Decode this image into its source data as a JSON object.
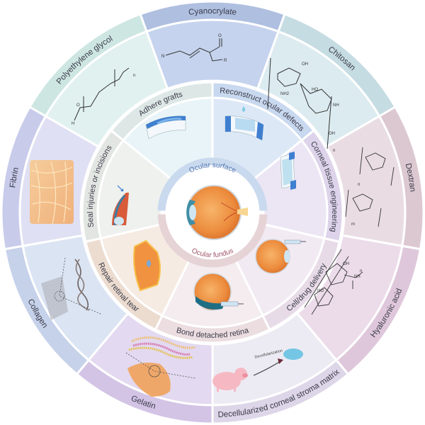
{
  "center": {
    "top_label": "Ocular surface",
    "bottom_label": "Ocular fundus",
    "top_color": "#c9d9ee",
    "bottom_color": "#e6d3d6"
  },
  "applications": [
    {
      "label": "Reconstruct ocular defects",
      "start": 0,
      "end": 51,
      "fill": "#dde8f7",
      "band": "#c8d8ef"
    },
    {
      "label": "Corneal tissue engineering",
      "start": 51,
      "end": 103,
      "fill": "#ece6f4",
      "band": "#ddd3ea"
    },
    {
      "label": "Cell/drug delivery",
      "start": 103,
      "end": 154,
      "fill": "#f2eaf3",
      "band": "#e8dbe8"
    },
    {
      "label": "Bond detached retina",
      "start": 154,
      "end": 206,
      "fill": "#f4ecee",
      "band": "#ebdde0"
    },
    {
      "label": "Repair retinal tear",
      "start": 206,
      "end": 257,
      "fill": "#f6ebe3",
      "band": "#ecdcd0"
    },
    {
      "label": "Seal injuries or incisions",
      "start": 257,
      "end": 309,
      "fill": "#eef1ee",
      "band": "#e2e6e2"
    },
    {
      "label": "Adhere grafts",
      "start": 309,
      "end": 360,
      "fill": "#e9f4f8",
      "band": "#dde8e6"
    }
  ],
  "materials": [
    {
      "label": "Cyanocrylate",
      "start": -20,
      "end": 20,
      "fill": "#c5d3ee",
      "band": "#afbfe0"
    },
    {
      "label": "Chitosan",
      "start": 20,
      "end": 60,
      "fill": "#dcebf0",
      "band": "#c6dce3"
    },
    {
      "label": "Dextran",
      "start": 60,
      "end": 100,
      "fill": "#e9dde3",
      "band": "#dcc8d1"
    },
    {
      "label": "Hyaluronic acid",
      "start": 100,
      "end": 140,
      "fill": "#ecdcea",
      "band": "#dfc7db"
    },
    {
      "label": "Decellularized corneal stroma matrix",
      "start": 140,
      "end": 180,
      "fill": "#ecebf3",
      "band": "#ddd6e8"
    },
    {
      "label": "Gelatin",
      "start": 180,
      "end": 220,
      "fill": "#e3d9f0",
      "band": "#d3c4e6"
    },
    {
      "label": "Collagen",
      "start": 220,
      "end": 260,
      "fill": "#dbe4f3",
      "band": "#c6d2ea"
    },
    {
      "label": "Fibrin",
      "start": 260,
      "end": 300,
      "fill": "#dfe0f3",
      "band": "#c8cbea"
    },
    {
      "label": "Polyethylene glycol",
      "start": 300,
      "end": 340,
      "fill": "#e1f1ef",
      "band": "#cde6e2"
    }
  ],
  "annotations": {
    "decellularization": "Decellularization",
    "chem_labels": {
      "cyano_n": "N",
      "cyano_o": "O",
      "cyano_r": "R",
      "peg_h": "H",
      "peg_o": "O",
      "n": "n",
      "m": "m",
      "oh": "OH",
      "ho": "HO",
      "nh2": "NH2",
      "nh": "NH"
    }
  }
}
